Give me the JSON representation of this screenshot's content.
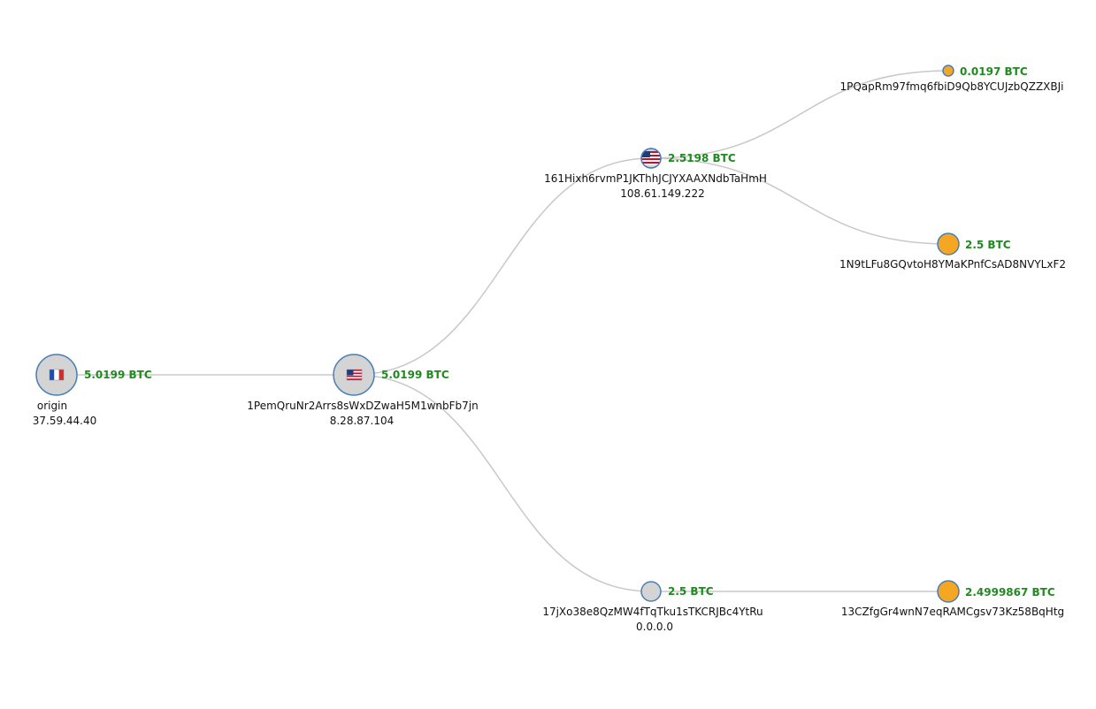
{
  "nodes": [
    {
      "id": "origin",
      "label": "origin",
      "ip": "37.59.44.40",
      "amount": "5.0199 BTC",
      "flag": "france-flag-icon",
      "kind": "flag"
    },
    {
      "id": "n1",
      "label": "1PemQruNr2Arrs8sWxDZwaH5M1wnbFb7jn",
      "ip": "8.28.87.104",
      "amount": "5.0199 BTC",
      "flag": "usa-flag-icon",
      "kind": "flag"
    },
    {
      "id": "n2",
      "label": "161Hixh6rvmP1JKThhJCJYXAAXNdbTaHmH",
      "ip": "108.61.149.222",
      "amount": "2.5198 BTC",
      "flag": "usa-flag-icon",
      "kind": "flag"
    },
    {
      "id": "n3",
      "label": "17jXo38e8QzMW4fTqTku1sTKCRJBc4YtRu",
      "ip": "0.0.0.0",
      "amount": "2.5 BTC",
      "kind": "gray"
    },
    {
      "id": "n4",
      "label": "1PQapRm97fmq6fbiD9Qb8YCUJzbQZZXBJi",
      "amount": "0.0197 BTC",
      "kind": "orange"
    },
    {
      "id": "n5",
      "label": "1N9tLFu8GQvtoH8YMaKPnfCsAD8NVYLxF2",
      "amount": "2.5 BTC",
      "kind": "orange"
    },
    {
      "id": "n6",
      "label": "13CZfgGr4wnN7eqRAMCgsv73Kz58BqHtg",
      "amount": "2.4999867 BTC",
      "kind": "orange"
    }
  ],
  "colors": {
    "amount": "#1f8a1f",
    "node_fill": "#d4d4d4",
    "node_stroke": "#4a7fb5",
    "leaf_fill": "#f5a623",
    "link": "#c8c8c8"
  }
}
